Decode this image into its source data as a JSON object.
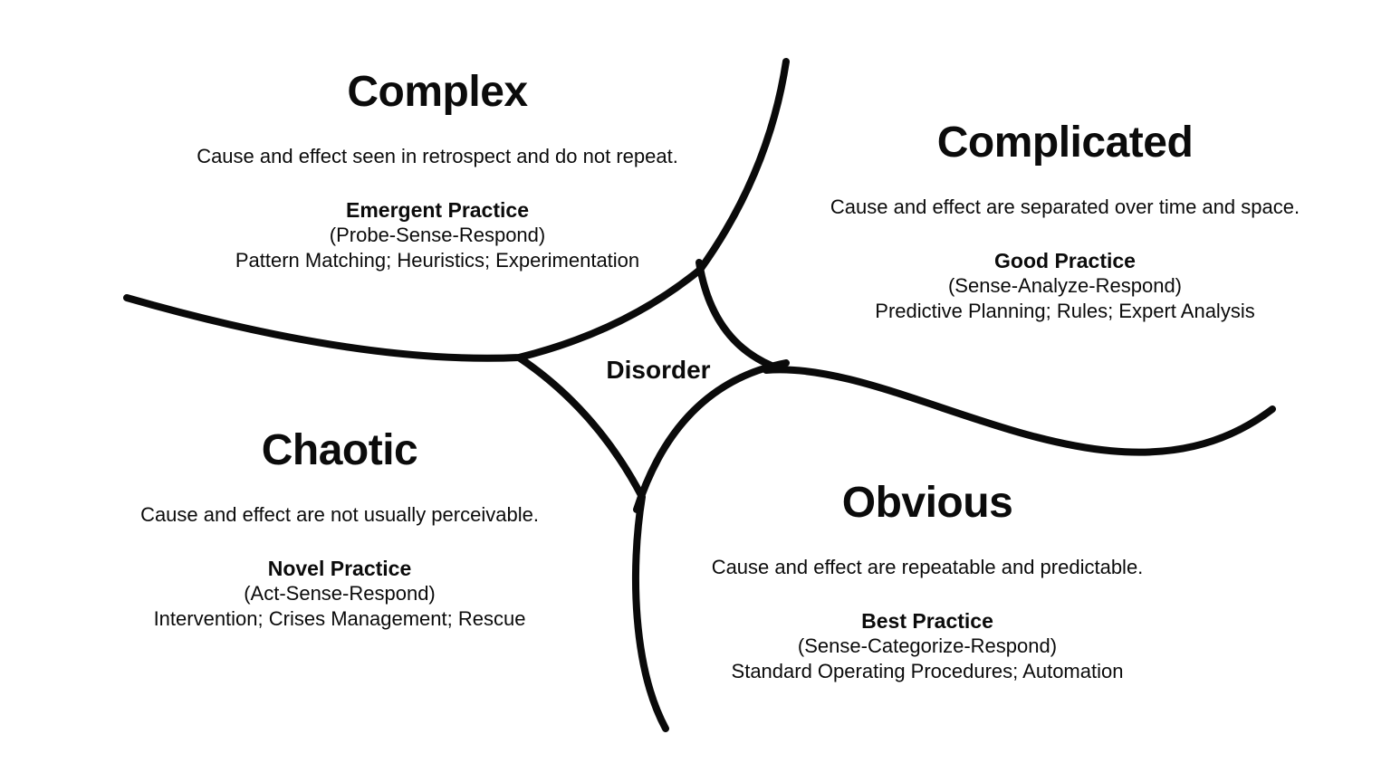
{
  "diagram": {
    "background_color": "#ffffff",
    "stroke_color": "#0a0a0a",
    "text_color": "#0b0b0b",
    "center_label": "Disorder",
    "domains": [
      {
        "id": "complex",
        "name": "Complex",
        "description": "Cause and effect seen in retrospect and do not repeat.",
        "practice": "Emergent Practice",
        "approach": "(Probe-Sense-Respond)",
        "methods": "Pattern Matching; Heuristics; Experimentation"
      },
      {
        "id": "complicated",
        "name": "Complicated",
        "description": "Cause and effect are separated over time and space.",
        "practice": "Good Practice",
        "approach": "(Sense-Analyze-Respond)",
        "methods": "Predictive Planning; Rules; Expert Analysis"
      },
      {
        "id": "chaotic",
        "name": "Chaotic",
        "description": "Cause and effect are not usually perceivable.",
        "practice": "Novel Practice",
        "approach": "(Act-Sense-Respond)",
        "methods": "Intervention; Crises Management; Rescue"
      },
      {
        "id": "obvious",
        "name": "Obvious",
        "description": "Cause and effect are repeatable and predictable.",
        "practice": "Best Practice",
        "approach": "(Sense-Categorize-Respond)",
        "methods": "Standard Operating Procedures; Automation"
      }
    ]
  }
}
